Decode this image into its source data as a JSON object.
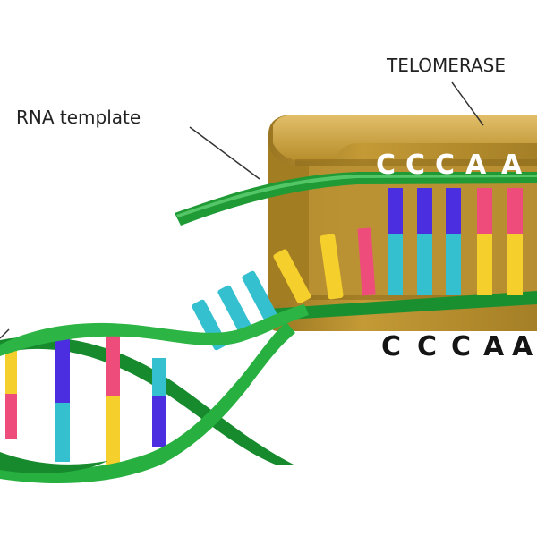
{
  "labels": {
    "enzyme": "TELOMERASE",
    "template": "RNA template"
  },
  "sequences": {
    "rna_template": [
      "C",
      "C",
      "C",
      "A",
      "A"
    ],
    "dna_strand": [
      "C",
      "C",
      "C",
      "A",
      "A"
    ]
  },
  "colors": {
    "enzyme_body": "#b98f2c",
    "enzyme_light": "#d8b25a",
    "enzyme_dark": "#8a6a1c",
    "strand_green": "#1fa33a",
    "strand_dark": "#127a27",
    "base_cyan": "#35c0cf",
    "base_blue": "#4b2ee0",
    "base_pink": "#ee4d7c",
    "base_yellow": "#f5cf2b"
  }
}
